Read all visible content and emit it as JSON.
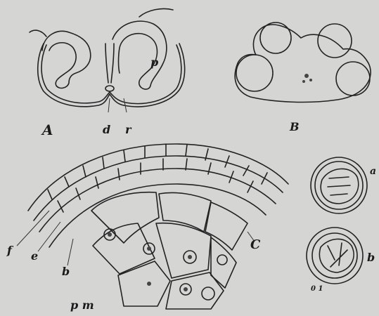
{
  "figure": {
    "labels": {
      "A": "A",
      "B": "B",
      "C": "C",
      "d": "d",
      "r": "r",
      "p": "p",
      "f": "f",
      "e": "e",
      "b": "b",
      "pm": "p m",
      "a_small": "a",
      "b_small": "b",
      "scale": "0 1"
    }
  }
}
